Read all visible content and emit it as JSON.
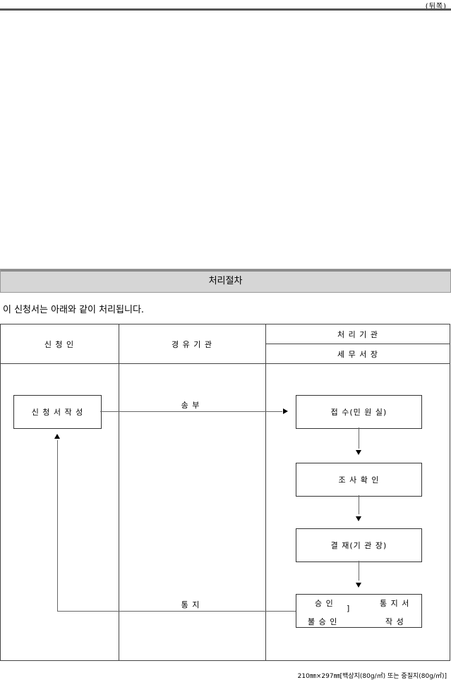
{
  "header": {
    "back_label": "(뒤쪽)"
  },
  "procedure": {
    "title": "처리절차",
    "intro": "이 신청서는 아래와 같이 처리됩니다.",
    "columns": {
      "applicant": "신 청 인",
      "via": "경 유 기 관",
      "processor": "처 리 기 관",
      "processor_sub": "세 무 서 장"
    },
    "steps": {
      "write": "신 청 서  작 성",
      "receive": "접 수(민 원 실)",
      "investigate": "조 사 확 인",
      "approve": "결 재(기 관 장)"
    },
    "result": {
      "approve": "승 인",
      "notice": "통 지 서",
      "bracket": "]",
      "reject": "불 승 인",
      "write": "작 성"
    },
    "arrows": {
      "send": "송 부",
      "notify": "통 지"
    }
  },
  "footer": {
    "paper_size": "210㎜×297㎜[백상지(80g/㎡) 또는 중질지(80g/㎡)]"
  }
}
